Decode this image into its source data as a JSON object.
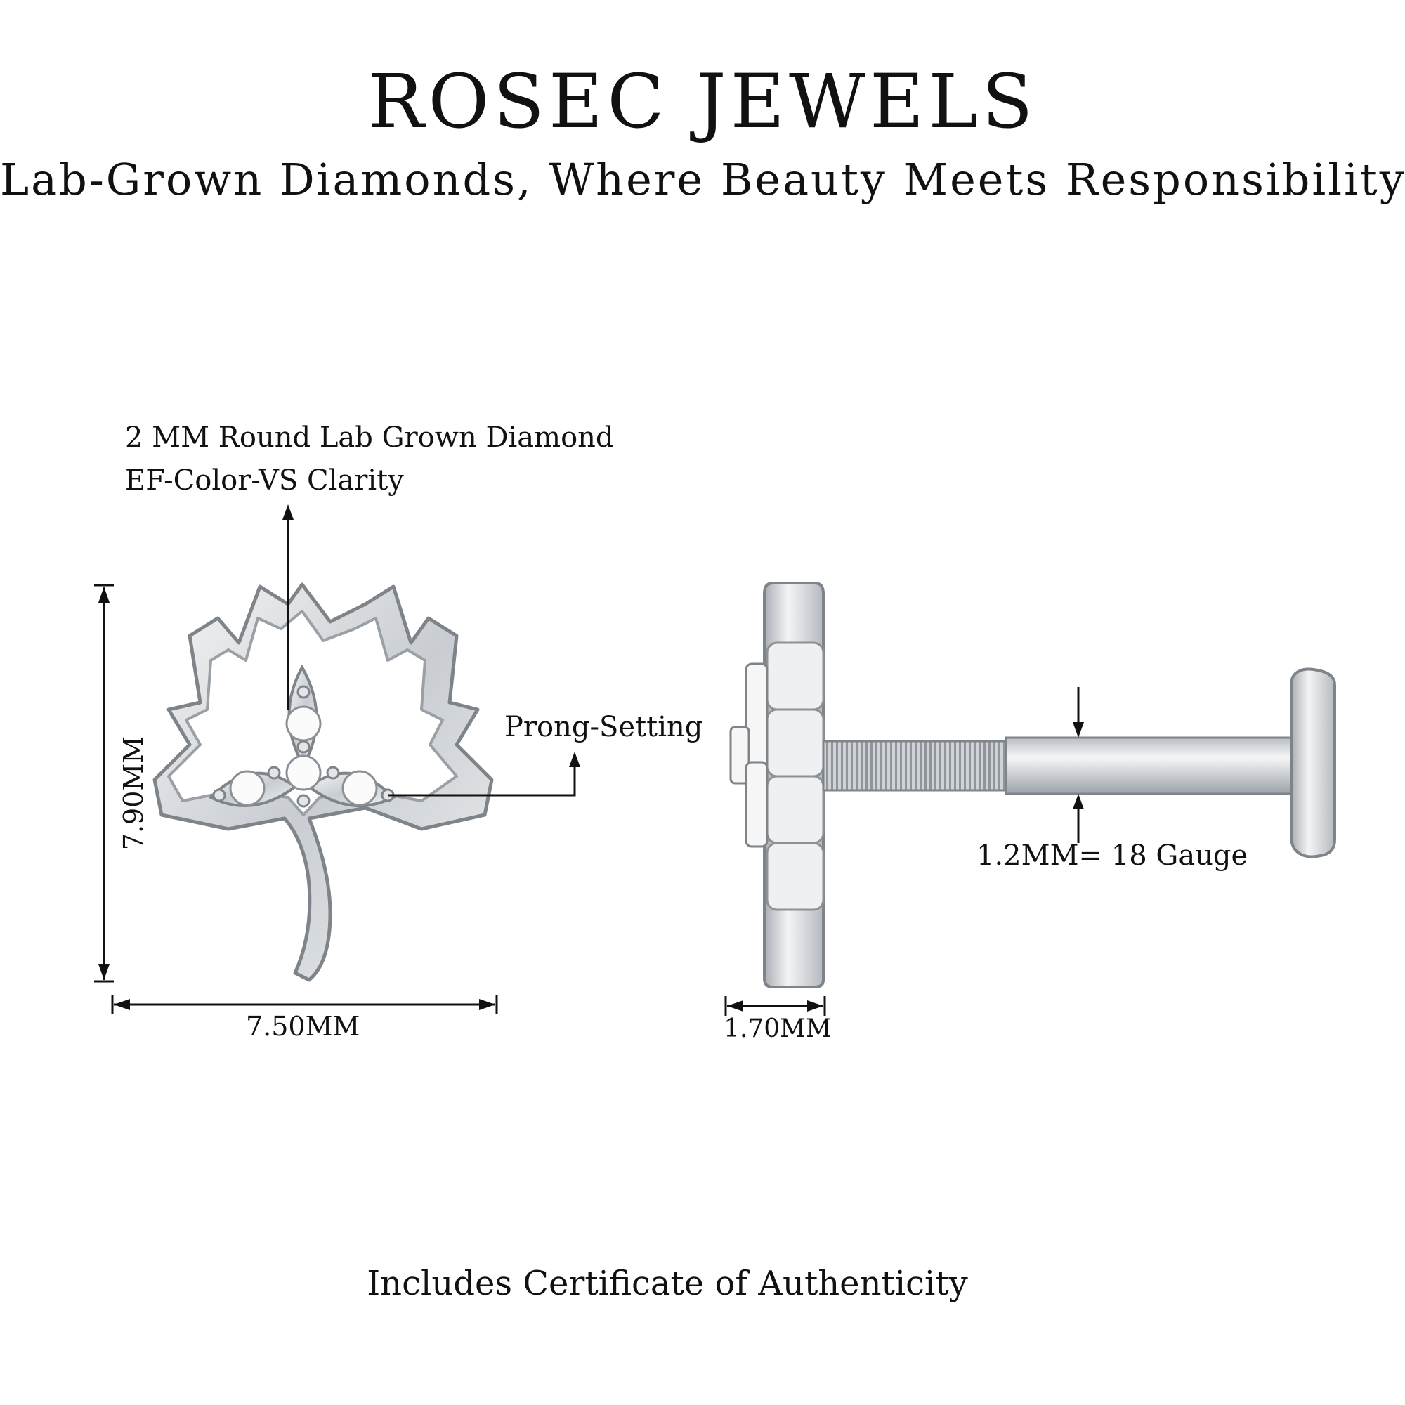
{
  "header": {
    "brand": "ROSEC JEWELS",
    "tagline": "Lab-Grown Diamonds, Where Beauty Meets Responsibility"
  },
  "annotations": {
    "diamond_line1": "2 MM Round Lab Grown Diamond",
    "diamond_line2": "EF-Color-VS Clarity",
    "prong": "Prong-Setting",
    "height": "7.90MM",
    "width": "7.50MM",
    "thickness": "1.70MM",
    "gauge": "1.2MM= 18 Gauge"
  },
  "footer": {
    "certificate": "Includes Certificate of Authenticity"
  },
  "colors": {
    "metal": "#d9dcdf",
    "metal_dark": "#8d9297",
    "line": "#111111"
  }
}
